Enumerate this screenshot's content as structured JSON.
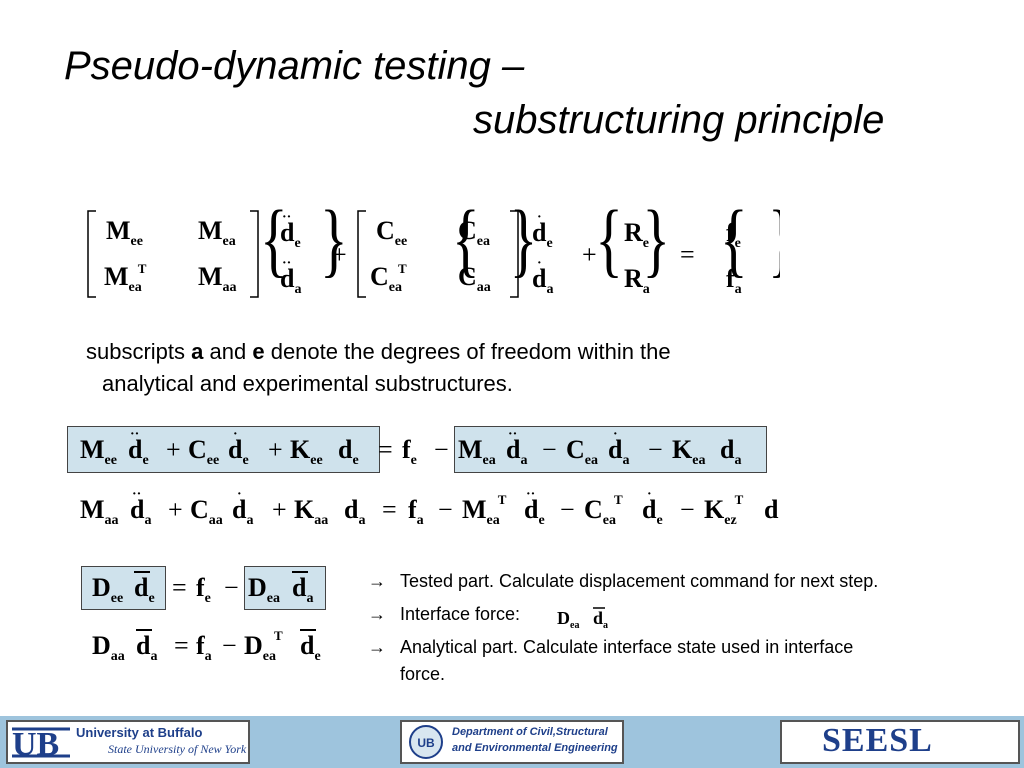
{
  "title": {
    "line1": "Pseudo-dynamic testing –",
    "line2": "substructuring principle"
  },
  "equations": {
    "matrix": {
      "mass": [
        "M",
        "ee",
        "M",
        "ea",
        "M",
        "ea",
        "T",
        "M",
        "aa"
      ],
      "accel": [
        "d",
        "e",
        "d",
        "a"
      ],
      "damp": [
        "C",
        "ee",
        "C",
        "ea",
        "C",
        "ea",
        "T",
        "C",
        "aa"
      ],
      "vel": [
        "d",
        "e",
        "d",
        "a"
      ],
      "restoring": [
        "R",
        "e",
        "R",
        "a"
      ],
      "force": [
        "f",
        "e",
        "f",
        "a"
      ],
      "ops": [
        "+",
        "+",
        "="
      ]
    },
    "eq_e": "M_ee d̈_e + C_ee ḋ_e + K_ee d_e = f_e − M_ea d̈_a − C_ea ḋ_a − K_ea d_a",
    "eq_a": "M_aa d̈_a + C_aa ḋ_a + K_aa d_a = f_a − M_ea^T d̈_e − C_ea^T ḋ_e − K_ez^T d",
    "eq_D1": "D_ee d̄_e = f_e − D_ea d̄_a",
    "eq_D2": "D_aa d̄_a = f_a − D_ea^T d̄_e",
    "interface_term": "D_ea d̄_a"
  },
  "paragraph": {
    "pre": "subscripts ",
    "a": "a",
    "mid": " and ",
    "e": "e",
    "post": " denote the degrees of freedom within the",
    "line2": "analytical and experimental substructures."
  },
  "bullets": [
    {
      "arrow": "→",
      "text": "Tested part. Calculate displacement command for next step."
    },
    {
      "arrow": "→",
      "text": "Interface force:"
    },
    {
      "arrow": "→",
      "text": "Analytical part. Calculate interface state used in interface",
      "text2": "force."
    }
  ],
  "footer": {
    "ub_line1": "University at Buffalo",
    "ub_line2": "State University of New York",
    "dept_line1": "Department of Civil,Structural",
    "dept_line2": "and Environmental Engineering",
    "seesl": "SEESL"
  },
  "colors": {
    "highlight_box": "#cfe2ec",
    "footer_bg": "#9ec4dd"
  }
}
